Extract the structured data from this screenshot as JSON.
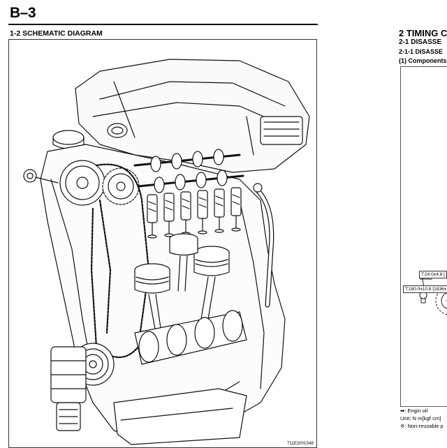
{
  "page_number": "B–3",
  "section_title": "1-2  SCHEMATIC DIAGRAM",
  "figure_code": "T11E2001S48",
  "right_column": {
    "title": "2  TIMING C",
    "sub1": "2-1  DISASSE",
    "sub2": "2-1-1  DISASSE",
    "sub3": "(1) Components",
    "torque_labels": [
      "T:24.0±4.8 [",
      "T:180.0±10.8 [1836±"
    ],
    "legend": [
      "➡: Engin oil",
      "Unit: N·m[kgf·cm]",
      "※: Non-reusable p"
    ]
  }
}
